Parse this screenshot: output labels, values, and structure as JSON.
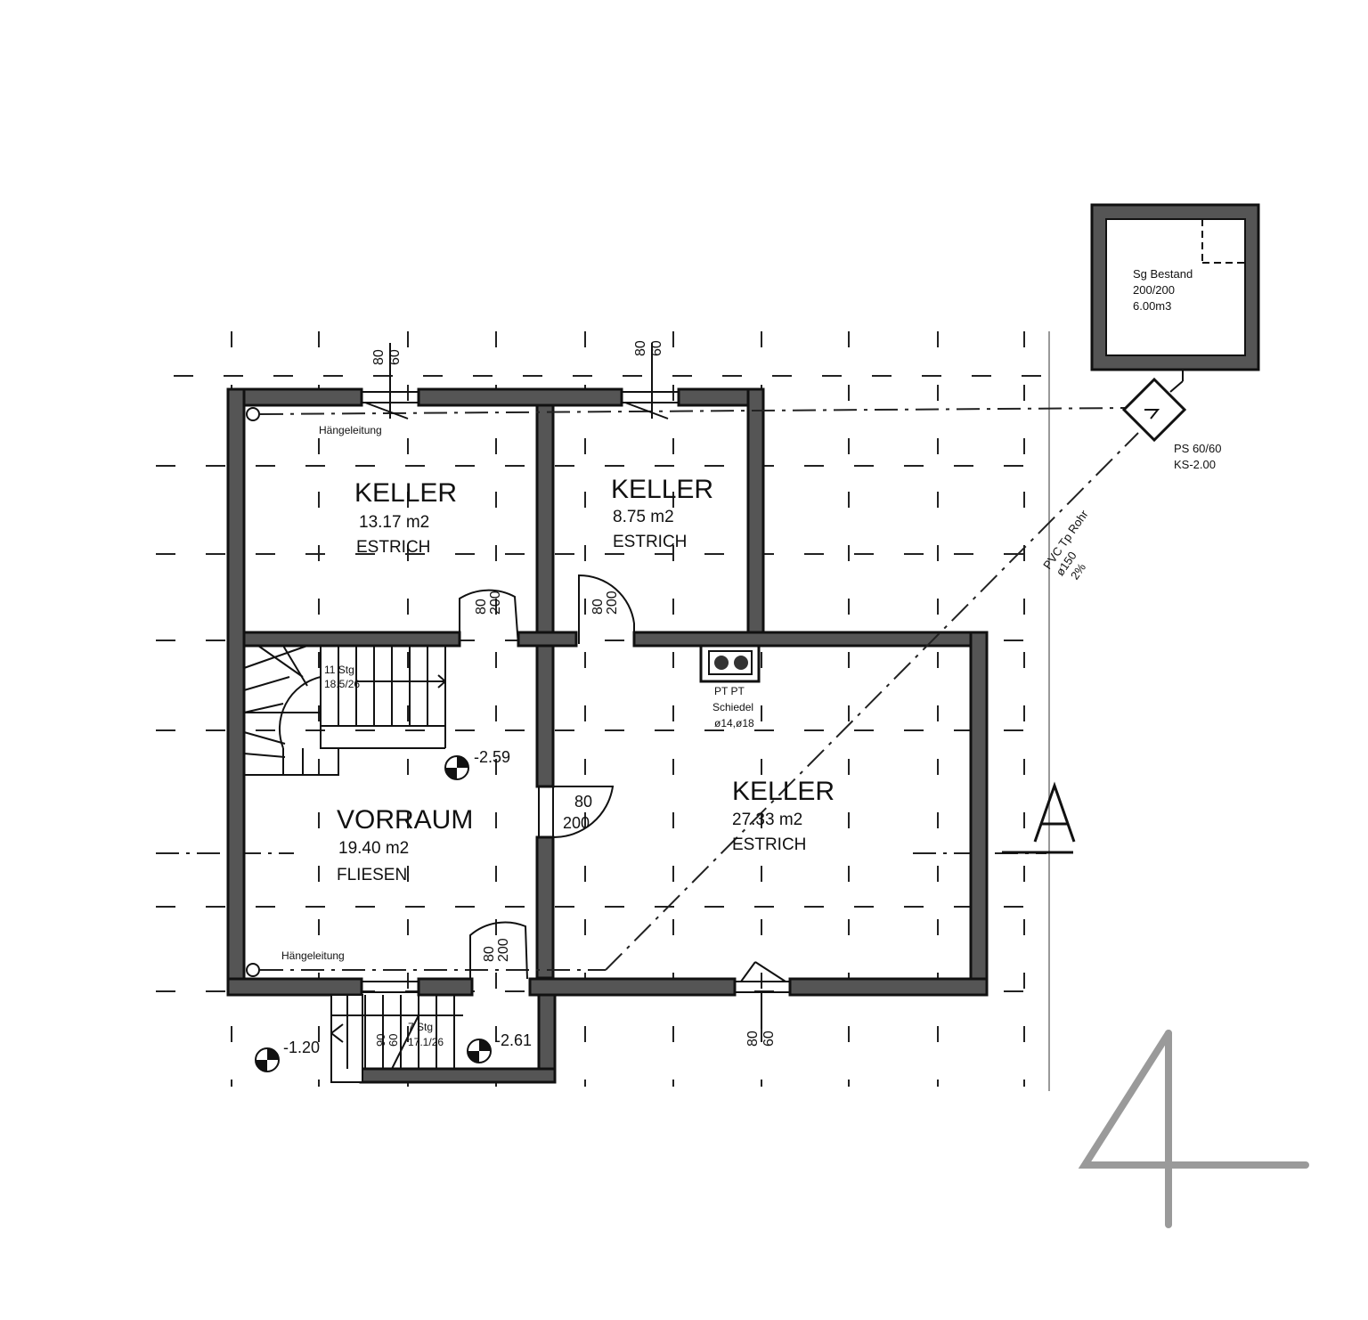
{
  "rooms": [
    {
      "name": "KELLER",
      "area": "13.17  m2",
      "floor": "ESTRICH"
    },
    {
      "name": "KELLER",
      "area": "8.75  m2",
      "floor": "ESTRICH"
    },
    {
      "name": "VORRAUM",
      "area": "19.40  m2",
      "floor": "FLIESEN"
    },
    {
      "name": "KELLER",
      "area": "27.33  m2",
      "floor": "ESTRICH"
    }
  ],
  "labels": {
    "haengeleitung_top": "Hängeleitung",
    "haengeleitung_bottom": "Hängeleitung",
    "sg_line1": "Sg Bestand",
    "sg_line2": "200/200",
    "sg_line3": "6.00m3",
    "ps_line1": "PS  60/60",
    "ps_line2": "KS-2.00",
    "pipe_line1": "PVC  Tp  Rohr",
    "pipe_line2": "ø150",
    "pipe_line3": "2%",
    "chimney_line1": "PT  PT",
    "chimney_line2": "Schiedel",
    "chimney_line3": "ø14,ø18",
    "stair_top_1": "11 Stg",
    "stair_top_2": "18.5/26",
    "stair_bottom_1": "7 Stg",
    "stair_bottom_2": "17.1/26",
    "section_marker": "A",
    "page_number": "4"
  },
  "levels": {
    "vorraum": "-2.59",
    "outside": "-1.20",
    "entry": "-2.61"
  },
  "openings": {
    "win_top_left": [
      "80",
      "60"
    ],
    "win_top_mid": [
      "80",
      "60"
    ],
    "win_bottom": [
      "80",
      "60"
    ],
    "door_keller1": [
      "80",
      "200"
    ],
    "door_keller2": [
      "80",
      "200"
    ],
    "door_keller3": [
      "80",
      "200"
    ],
    "door_entry": [
      "80",
      "200"
    ],
    "door_small": [
      "90",
      "60"
    ]
  }
}
